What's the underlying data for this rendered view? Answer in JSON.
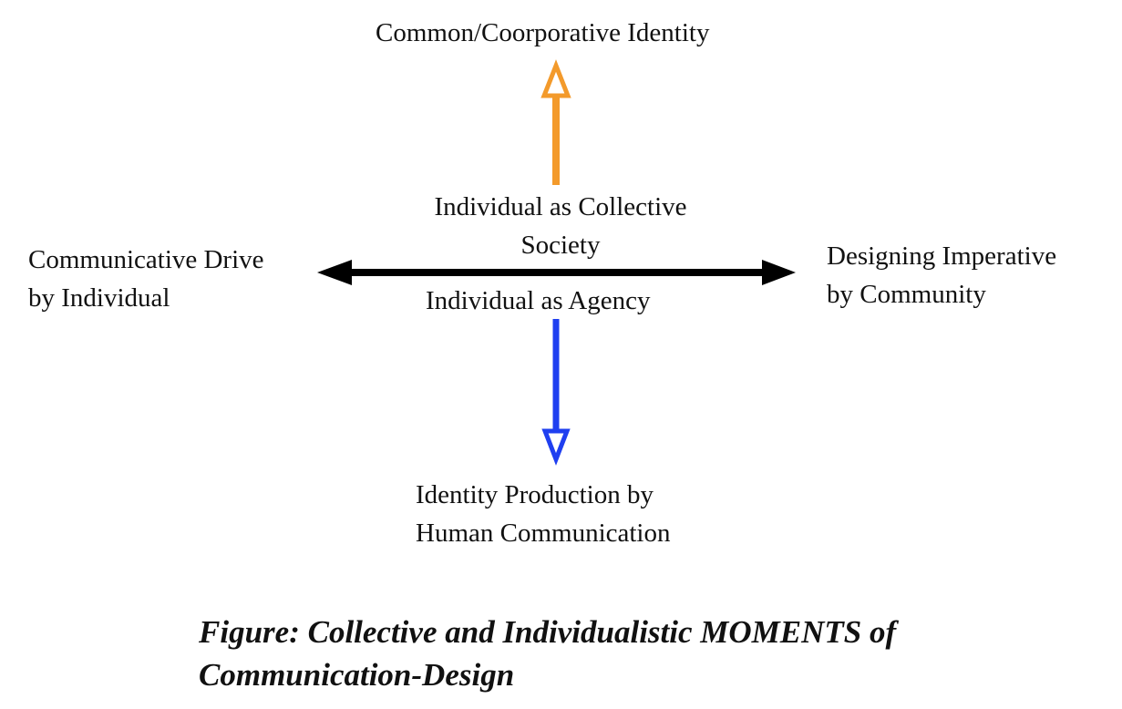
{
  "diagram": {
    "top": [
      "Common/Coorporative Identity"
    ],
    "upper_center": [
      "Individual as Collective",
      "Society"
    ],
    "left": [
      "Communicative Drive",
      "by Individual"
    ],
    "right": [
      "Designing Imperative",
      "by Community"
    ],
    "lower_center": [
      "Individual as Agency"
    ],
    "bottom": [
      "Identity Production by",
      "Human Communication"
    ],
    "colors": {
      "up_arrow": "#f39a2b",
      "down_arrow": "#1f3ff0",
      "horizontal_arrow": "#000000"
    }
  },
  "caption": [
    "Figure: Collective and Individualistic MOMENTS of",
    "Communication-Design"
  ]
}
